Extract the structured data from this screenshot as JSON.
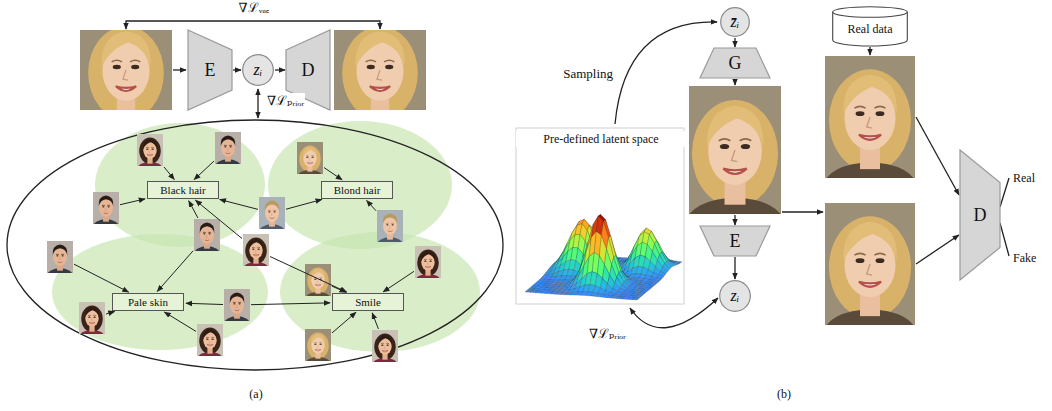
{
  "diagram": {
    "nodes": [
      {
        "text": [
          "E"
        ]
      },
      {
        "text": [
          "zᵢ"
        ]
      },
      {
        "text": [
          "D"
        ]
      },
      {
        "text": [
          "Black hair"
        ]
      },
      {
        "text": [
          "Blond hair"
        ]
      },
      {
        "text": [
          "Pale skin"
        ]
      },
      {
        "text": [
          "Smile"
        ]
      },
      {
        "text": [
          "z̄ᵢ"
        ]
      },
      {
        "text": [
          "G"
        ]
      },
      {
        "text": [
          "Real data"
        ]
      },
      {
        "text": [
          "E"
        ]
      },
      {
        "text": [
          "zᵢ"
        ]
      },
      {
        "text": [
          "D"
        ]
      }
    ],
    "edges": [
      {
        "from": 0,
        "to": 1,
        "arrow": "to"
      },
      {
        "from": 1,
        "to": 2,
        "arrow": "to"
      },
      {
        "from": 7,
        "to": 8,
        "arrow": "to"
      },
      {
        "from": 10,
        "to": 11,
        "arrow": "to"
      }
    ],
    "labels": [
      "∇ℒᵥₐₑ",
      "∇ℒₚᵣᵢₒᵣ",
      "Sampling",
      "Pre-defined latent space",
      "∇ℒₚᵣᵢₒᵣ",
      "Real",
      "Fake",
      "(a)",
      "(b)"
    ]
  }
}
